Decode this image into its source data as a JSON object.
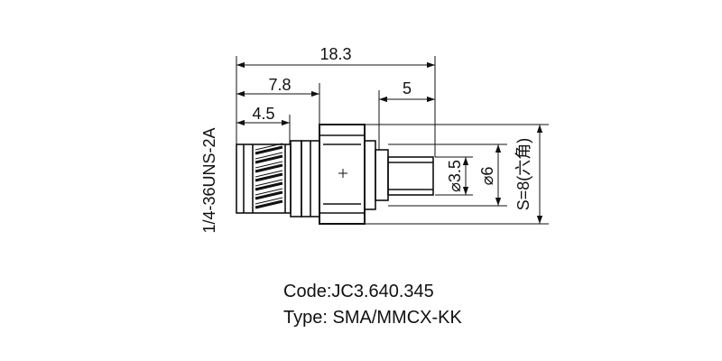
{
  "dimensions": {
    "overall_length": "18.3",
    "thread_length": "7.8",
    "hex_width": "4.5",
    "pin_length": "5",
    "thread_spec": "1/4-36UNS-2A",
    "inner_diameter": "⌀3.5",
    "outer_diameter": "⌀6",
    "hex_size": "S=8(六角)"
  },
  "info": {
    "code": "Code:JC3.640.345",
    "type": "Type: SMA/MMCX-KK"
  },
  "colors": {
    "line": "#111111",
    "background": "#ffffff"
  }
}
